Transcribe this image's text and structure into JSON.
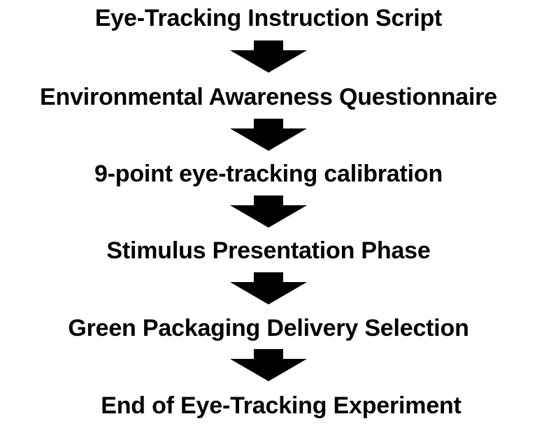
{
  "flowchart": {
    "steps": [
      "Eye-Tracking Instruction Script",
      "Environmental Awareness Questionnaire",
      "9-point eye-tracking calibration",
      "Stimulus Presentation Phase",
      "Green Packaging Delivery Selection",
      "End of Eye-Tracking Experiment"
    ],
    "arrow_color": "#000000",
    "text_color": "#000000",
    "background": "#ffffff"
  }
}
